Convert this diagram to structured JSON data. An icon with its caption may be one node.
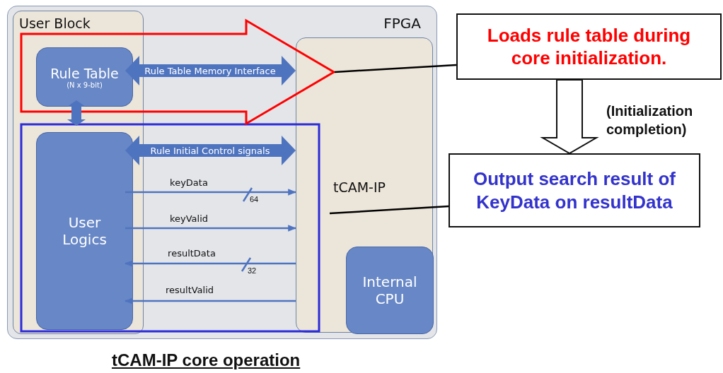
{
  "diagram": {
    "caption": "tCAM-IP core operation",
    "nodes": [
      {
        "text": [
          "FPGA"
        ]
      },
      {
        "text": [
          "User Block"
        ],
        "in": 0
      },
      {
        "text": [
          "Rule Table",
          "(N x 9-bit)"
        ],
        "in": 1
      },
      {
        "text": [
          "User Logics"
        ],
        "in": 1
      },
      {
        "text": [
          "tCAM-IP"
        ],
        "in": 0
      },
      {
        "text": [
          "Internal CPU"
        ],
        "in": 4
      },
      {
        "text": [
          "Loads rule table during core initialization."
        ]
      },
      {
        "text": [
          "Output search result of KeyData on resultData"
        ]
      }
    ],
    "edges": [
      {
        "from": 2,
        "to": 4,
        "arrow": "both",
        "label": "Rule Table Memory Interface",
        "style": "thick"
      },
      {
        "from": 2,
        "to": 3,
        "arrow": "both",
        "style": "thick"
      },
      {
        "from": 3,
        "to": 4,
        "arrow": "both",
        "label": "Rule Initial Control signals",
        "style": "thick"
      },
      {
        "from": 3,
        "to": 4,
        "arrow": "to",
        "label": "keyData"
      },
      {
        "from": 3,
        "to": 4,
        "arrow": "to",
        "label": "keyValid"
      },
      {
        "from": 4,
        "to": 3,
        "arrow": "to",
        "label": "resultData"
      },
      {
        "from": 4,
        "to": 3,
        "arrow": "to",
        "label": "resultValid"
      },
      {
        "from": 6,
        "to": null,
        "arrow": "none",
        "color": "#000000"
      },
      {
        "from": 7,
        "to": 4,
        "arrow": "none",
        "color": "#000000"
      },
      {
        "from": 6,
        "to": 7,
        "arrow": "to",
        "label": "(Initialization completion)",
        "style": "thick",
        "color": "#ffffff"
      }
    ],
    "labels": [
      "64",
      "32"
    ]
  }
}
